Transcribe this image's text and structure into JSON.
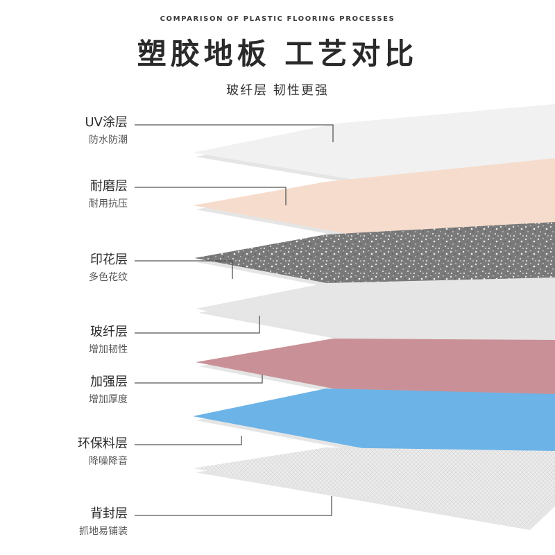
{
  "header": {
    "subtitle_en": "COMPARISON OF PLASTIC FLOORING PROCESSES",
    "title": "塑胶地板 工艺对比",
    "tagline": "玻纤层 韧性更强"
  },
  "layers": [
    {
      "name": "UV涂层",
      "desc": "防水防潮",
      "color": "#f1f1f1",
      "texture": "plain"
    },
    {
      "name": "耐磨层",
      "desc": "耐用抗压",
      "color": "#f6dccd",
      "texture": "plain"
    },
    {
      "name": "印花层",
      "desc": "多色花纹",
      "color": "#7d7d7d",
      "texture": "speckle"
    },
    {
      "name": "玻纤层",
      "desc": "增加韧性",
      "color": "#e6e6e6",
      "texture": "plain"
    },
    {
      "name": "加强层",
      "desc": "增加厚度",
      "color": "#c99197",
      "texture": "plain"
    },
    {
      "name": "环保料层",
      "desc": "降噪降音",
      "color": "#6cb3e8",
      "texture": "plain"
    },
    {
      "name": "背封层",
      "desc": "抓地易铺装",
      "color": "#e9e9e9",
      "texture": "mesh"
    }
  ]
}
